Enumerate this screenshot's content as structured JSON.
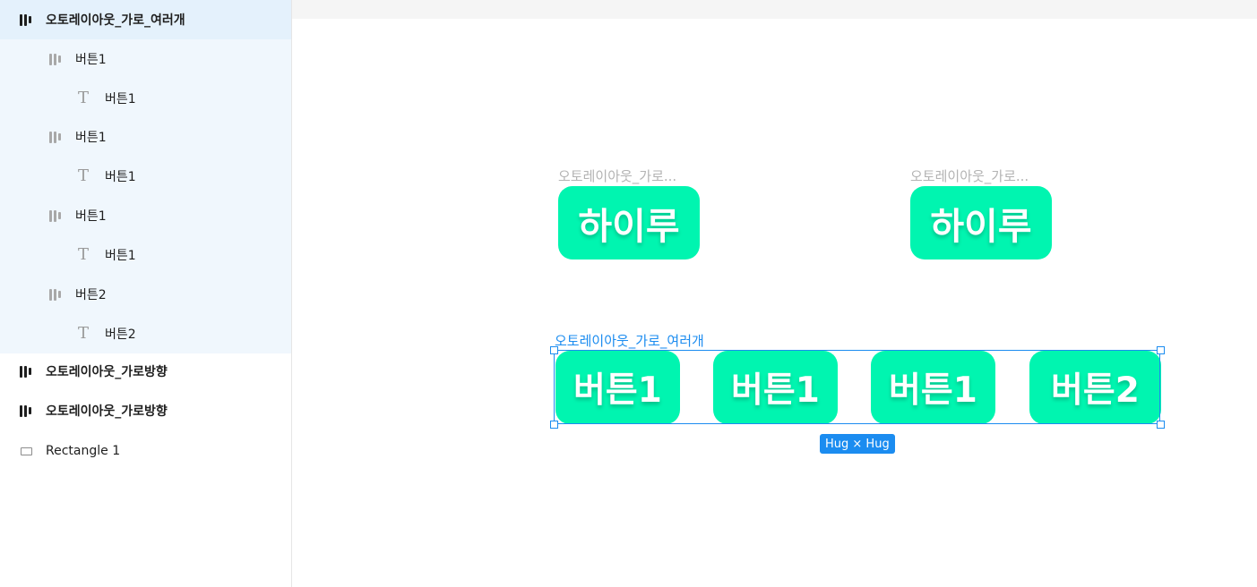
{
  "layers": {
    "rows": [
      {
        "label": "오토레이아웃_가로_여러개",
        "icon": "auto-layout-icon"
      },
      {
        "label": "버튼1",
        "icon": "auto-layout-icon"
      },
      {
        "label": "버튼1",
        "icon": "text-icon"
      },
      {
        "label": "버튼1",
        "icon": "auto-layout-icon"
      },
      {
        "label": "버튼1",
        "icon": "text-icon"
      },
      {
        "label": "버튼1",
        "icon": "auto-layout-icon"
      },
      {
        "label": "버튼1",
        "icon": "text-icon"
      },
      {
        "label": "버튼2",
        "icon": "auto-layout-icon"
      },
      {
        "label": "버튼2",
        "icon": "text-icon"
      },
      {
        "label": "오토레이아웃_가로방향",
        "icon": "auto-layout-icon"
      },
      {
        "label": "오토레이아웃_가로방향",
        "icon": "auto-layout-icon"
      },
      {
        "label": "Rectangle 1",
        "icon": "rectangle-icon"
      }
    ]
  },
  "canvas": {
    "frame_a": {
      "label": "오토레이아웃_가로...",
      "button": "하이루"
    },
    "frame_b": {
      "label": "오토레이아웃_가로...",
      "button": "하이루"
    },
    "frame_c": {
      "label": "오토레이아웃_가로_여러개",
      "buttons": [
        "버튼1",
        "버튼1",
        "버튼1",
        "버튼2"
      ],
      "size_badge": "Hug × Hug"
    }
  },
  "colors": {
    "accent": "#1b8cf0",
    "button_fill": "#00f5b0",
    "selected_row": "#e4f1fc",
    "nested_row": "#f0f7fd"
  }
}
